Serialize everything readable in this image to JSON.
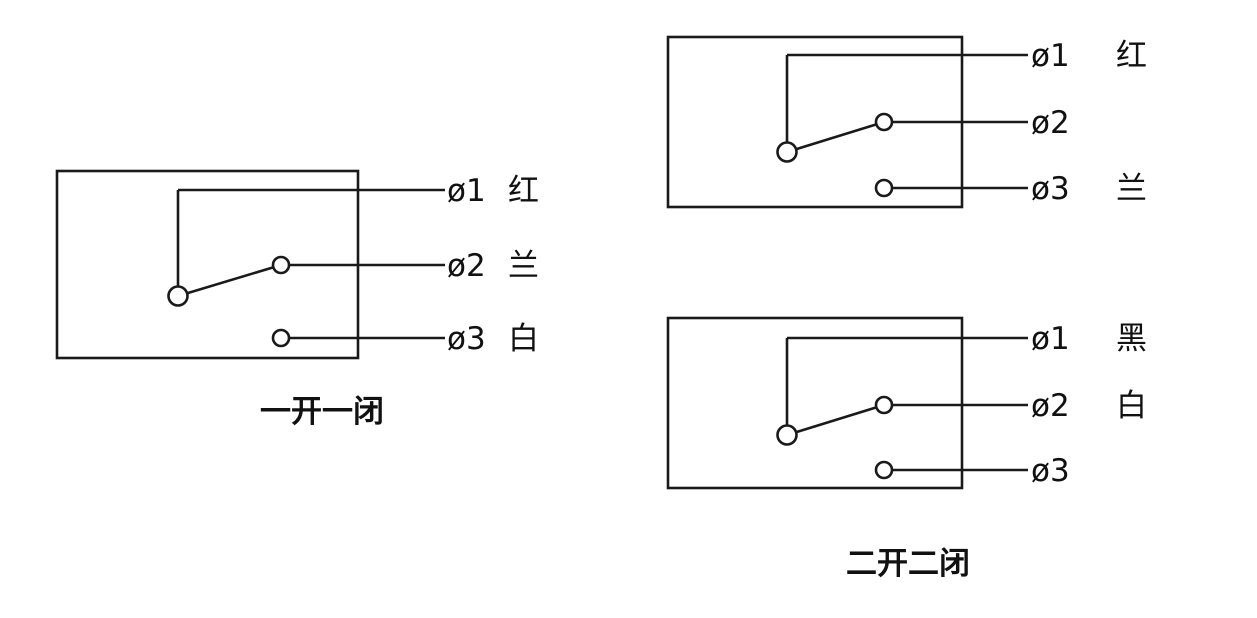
{
  "diagrams": {
    "left": {
      "caption": "一开一闭",
      "ports": [
        {
          "label": "ø1",
          "color": "红"
        },
        {
          "label": "ø2",
          "color": "兰"
        },
        {
          "label": "ø3",
          "color": "白"
        }
      ]
    },
    "top_right": {
      "ports": [
        {
          "label": "ø1",
          "color": "红"
        },
        {
          "label": "ø2",
          "color": ""
        },
        {
          "label": "ø3",
          "color": "兰"
        }
      ]
    },
    "bottom_right": {
      "caption": "二开二闭",
      "ports": [
        {
          "label": "ø1",
          "color": "黑"
        },
        {
          "label": "ø2",
          "color": "白"
        },
        {
          "label": "ø3",
          "color": ""
        }
      ]
    }
  }
}
